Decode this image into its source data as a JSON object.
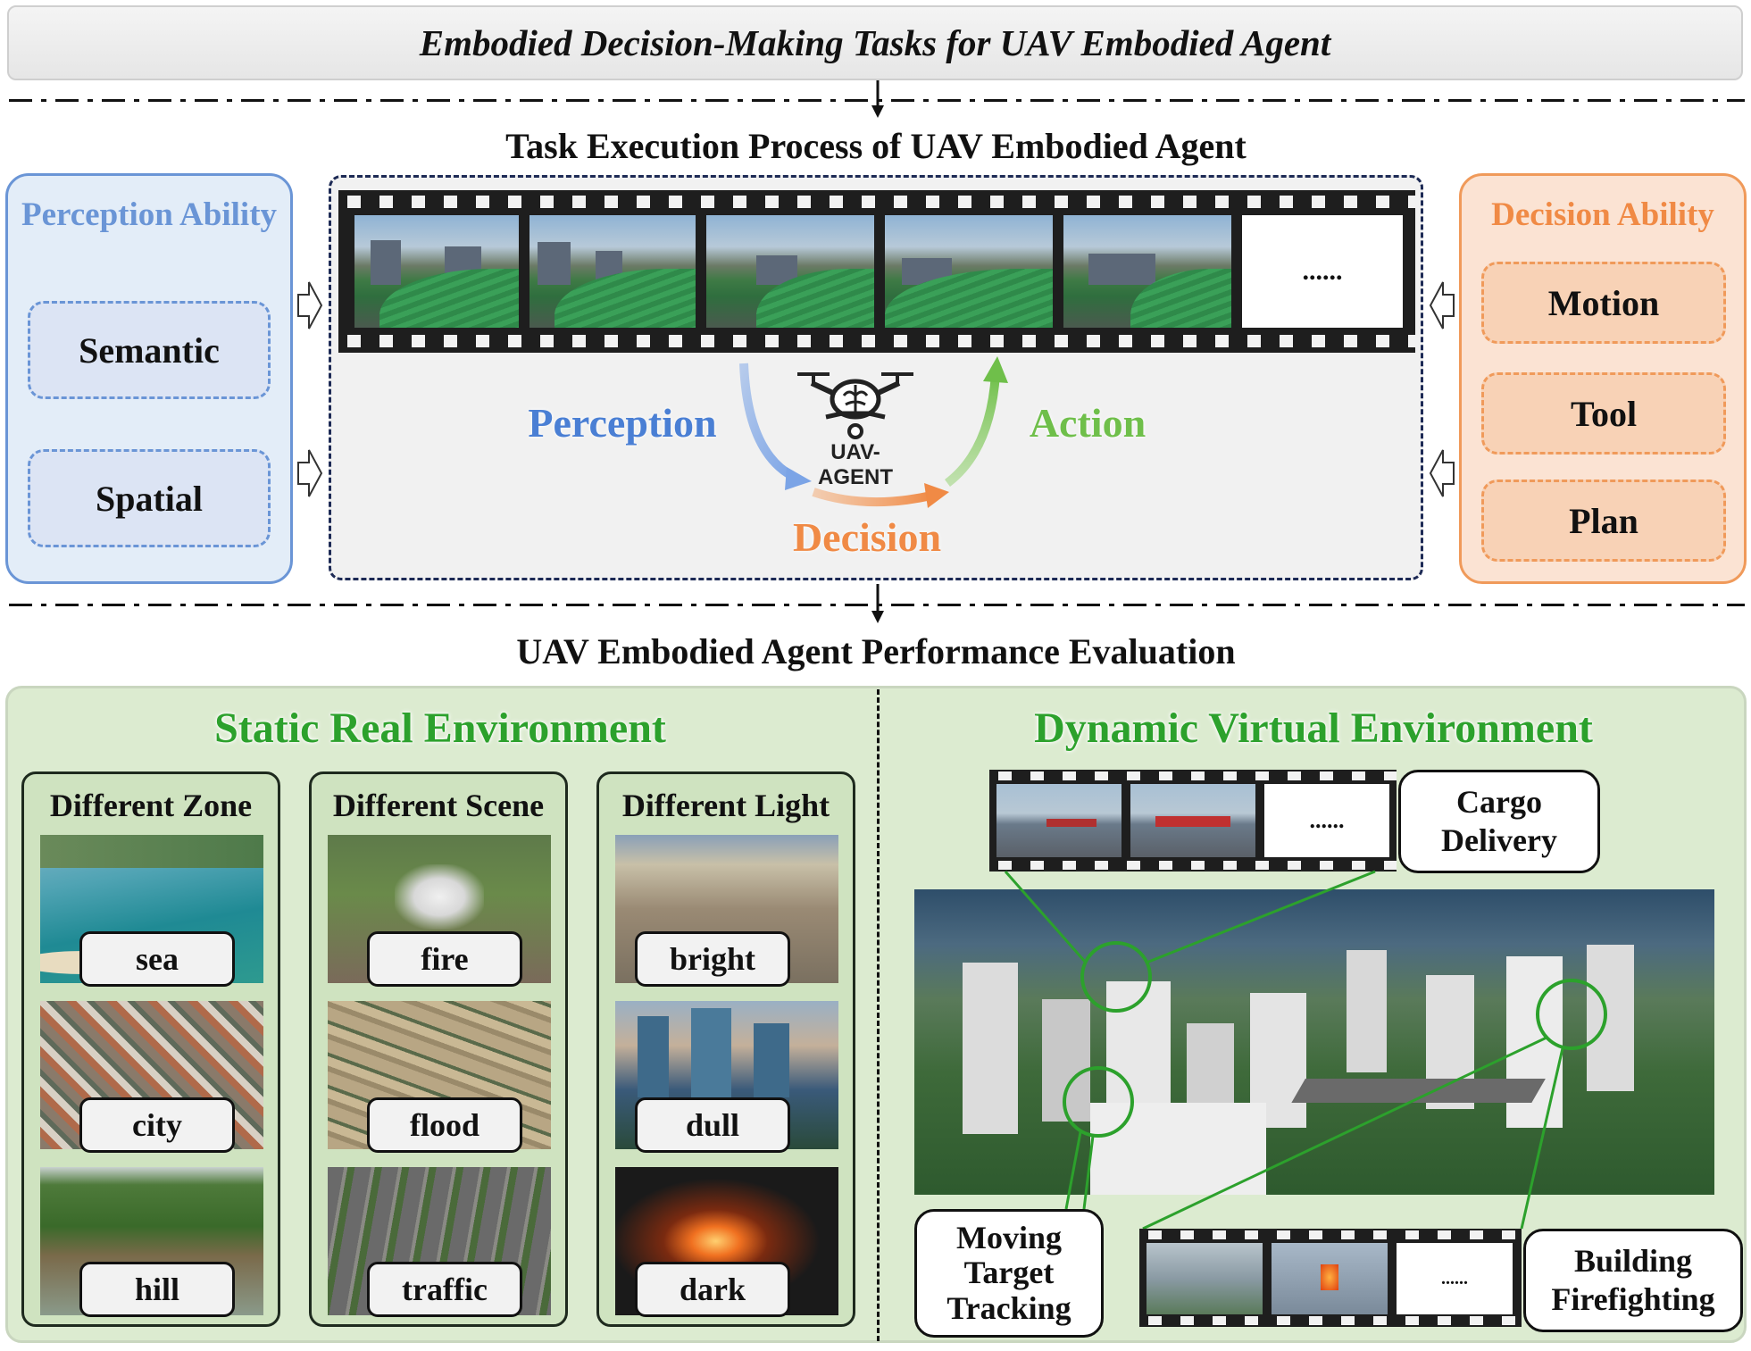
{
  "header": {
    "title": "Embodied Decision-Making Tasks for UAV Embodied Agent"
  },
  "execution": {
    "title": "Task Execution Process of UAV Embodied Agent",
    "ellipsis": "......",
    "loop": {
      "perception": "Perception",
      "decision": "Decision",
      "action": "Action"
    },
    "agent_label": "UAV-AGENT"
  },
  "perception_panel": {
    "title": "Perception Ability",
    "items": [
      "Semantic",
      "Spatial"
    ]
  },
  "decision_panel": {
    "title": "Decision Ability",
    "items": [
      "Motion",
      "Tool",
      "Plan"
    ]
  },
  "evaluation": {
    "title": "UAV Embodied Agent Performance Evaluation"
  },
  "static_env": {
    "title": "Static Real Environment",
    "columns": [
      {
        "title": "Different Zone",
        "labels": [
          "sea",
          "city",
          "hill"
        ]
      },
      {
        "title": "Different Scene",
        "labels": [
          "fire",
          "flood",
          "traffic"
        ]
      },
      {
        "title": "Different Light",
        "labels": [
          "bright",
          "dull",
          "dark"
        ]
      }
    ]
  },
  "dynamic_env": {
    "title": "Dynamic Virtual Environment",
    "ellipsis": "......",
    "tasks": {
      "cargo_line1": "Cargo",
      "cargo_line2": "Delivery",
      "tracking_line1": "Moving",
      "tracking_line2": "Target",
      "tracking_line3": "Tracking",
      "fire_line1": "Building",
      "fire_line2": "Firefighting"
    }
  },
  "colors": {
    "blue": "#6a95d6",
    "orange": "#f09a5a",
    "green": "#2ca12c",
    "perception_text": "#4a7fd4",
    "decision_text": "#f08a45",
    "action_text": "#6fbf4a"
  }
}
